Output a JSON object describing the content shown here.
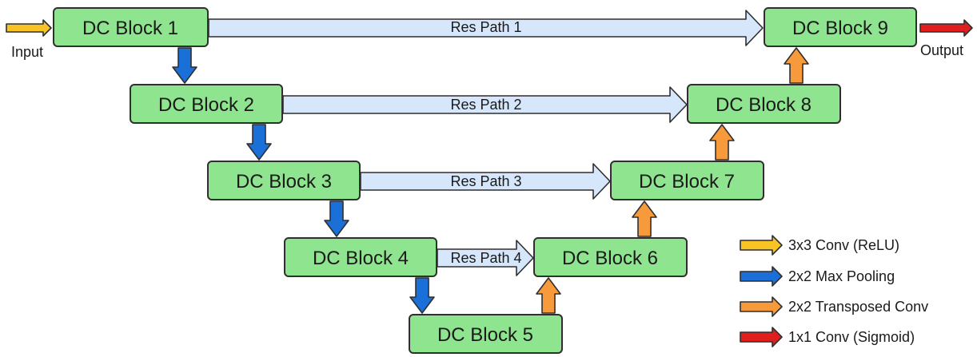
{
  "colors": {
    "block_fill": "#8fe48f",
    "res_path_fill": "#d6e7fb",
    "conv_relu": "#f7c325",
    "max_pooling": "#1a6fd8",
    "transposed_conv": "#f79a3c",
    "conv_sigmoid": "#e01e1e"
  },
  "blocks": [
    {
      "label": "DC Block 1"
    },
    {
      "label": "DC Block 2"
    },
    {
      "label": "DC Block 3"
    },
    {
      "label": "DC Block 4"
    },
    {
      "label": "DC Block 5"
    },
    {
      "label": "DC Block 6"
    },
    {
      "label": "DC Block 7"
    },
    {
      "label": "DC Block 8"
    },
    {
      "label": "DC Block 9"
    }
  ],
  "res_paths": [
    {
      "label": "Res Path 1"
    },
    {
      "label": "Res Path 2"
    },
    {
      "label": "Res Path 3"
    },
    {
      "label": "Res Path 4"
    }
  ],
  "io": {
    "input_label": "Input",
    "output_label": "Output"
  },
  "legend": [
    {
      "label": "3x3 Conv (ReLU)",
      "color_key": "conv_relu"
    },
    {
      "label": "2x2 Max Pooling",
      "color_key": "max_pooling"
    },
    {
      "label": "2x2 Transposed Conv",
      "color_key": "transposed_conv"
    },
    {
      "label": "1x1 Conv (Sigmoid)",
      "color_key": "conv_sigmoid"
    }
  ]
}
